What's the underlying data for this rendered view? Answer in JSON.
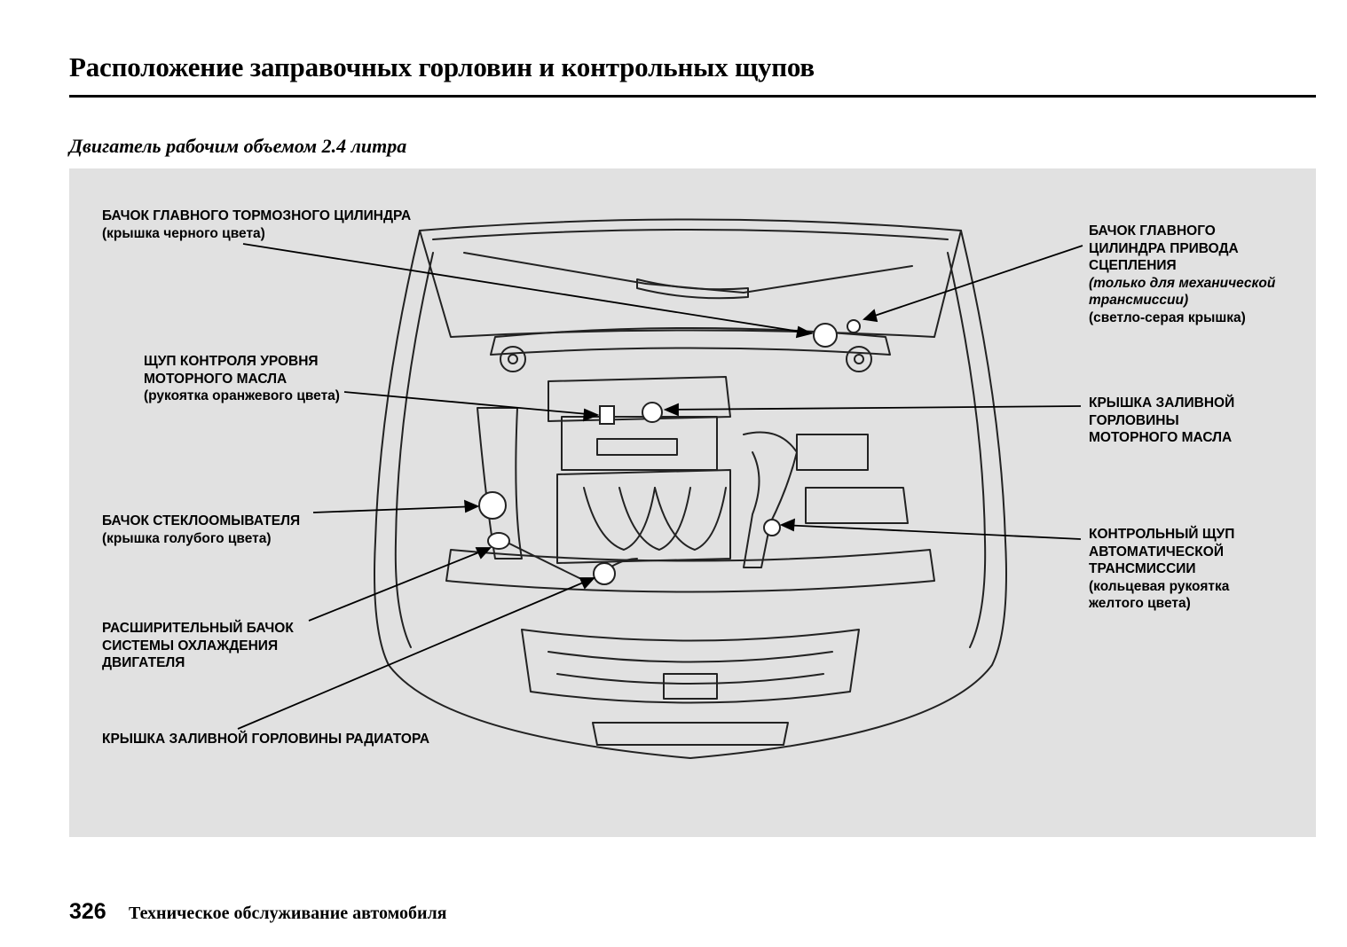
{
  "page": {
    "title": "Расположение заправочных горловин и контрольных щупов",
    "subtitle": "Двигатель рабочим объемом 2.4 литра"
  },
  "labels": {
    "brake_reservoir": {
      "line1": "БАЧОК ГЛАВНОГО ТОРМОЗНОГО ЦИЛИНДРА",
      "line2": "(крышка черного цвета)"
    },
    "oil_dipstick": {
      "line1": "ЩУП КОНТРОЛЯ УРОВНЯ",
      "line2": "МОТОРНОГО МАСЛА",
      "line3": "(рукоятка оранжевого цвета)"
    },
    "washer_reservoir": {
      "line1": "БАЧОК СТЕКЛООМЫВАТЕЛЯ",
      "line2": "(крышка голубого цвета)"
    },
    "coolant_reservoir": {
      "line1": "РАСШИРИТЕЛЬНЫЙ БАЧОК",
      "line2": "СИСТЕМЫ ОХЛАЖДЕНИЯ",
      "line3": "ДВИГАТЕЛЯ"
    },
    "radiator_cap": {
      "line1": "КРЫШКА ЗАЛИВНОЙ ГОРЛОВИНЫ РАДИАТОРА"
    },
    "clutch_reservoir": {
      "line1": "БАЧОК ГЛАВНОГО",
      "line2": "ЦИЛИНДРА ПРИВОДА",
      "line3": "СЦЕПЛЕНИЯ",
      "line4": "(только для механической",
      "line5": "трансмиссии)",
      "line6": "(светло-серая крышка)"
    },
    "oil_filler_cap": {
      "line1": "КРЫШКА ЗАЛИВНОЙ",
      "line2": "ГОРЛОВИНЫ",
      "line3": "МОТОРНОГО МАСЛА"
    },
    "atf_dipstick": {
      "line1": "КОНТРОЛЬНЫЙ ЩУП",
      "line2": "АВТОМАТИЧЕСКОЙ",
      "line3": "ТРАНСМИССИИ",
      "line4": "(кольцевая рукоятка",
      "line5": "желтого цвета)"
    }
  },
  "footer": {
    "page_number": "326",
    "section": "Техническое обслуживание автомобиля"
  }
}
